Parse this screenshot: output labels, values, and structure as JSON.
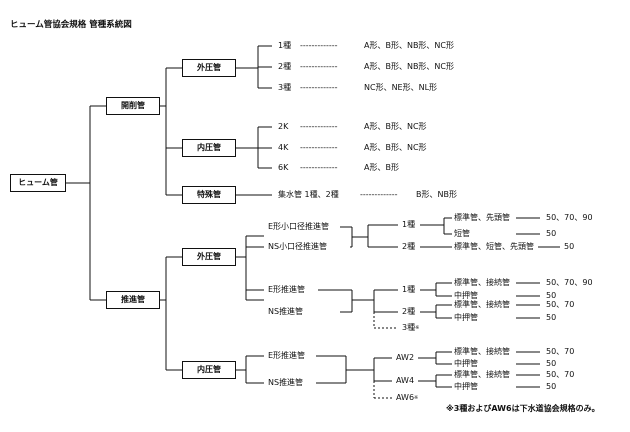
{
  "title": "ヒューム管協会規格 管種系統図",
  "root": "ヒューム管",
  "level1": {
    "open": "開削管",
    "jack": "推進管"
  },
  "open_branch": {
    "outer": "外圧管",
    "inner": "内圧管",
    "special": "特殊管",
    "outer_items": [
      {
        "name": "1種",
        "dashes": "-------------",
        "forms": "A形、B形、NB形、NC形"
      },
      {
        "name": "2種",
        "dashes": "-------------",
        "forms": "A形、B形、NB形、NC形"
      },
      {
        "name": "3種",
        "dashes": "-------------",
        "forms": "NC形、NE形、NL形"
      }
    ],
    "inner_items": [
      {
        "name": "2K",
        "dashes": "-------------",
        "forms": "A形、B形、NC形"
      },
      {
        "name": "4K",
        "dashes": "-------------",
        "forms": "A形、B形、NC形"
      },
      {
        "name": "6K",
        "dashes": "-------------",
        "forms": "A形、B形"
      }
    ],
    "special_item": {
      "name": "集水管 1種、2種",
      "dashes": "-------------",
      "forms": "B形、NB形"
    }
  },
  "jack_branch": {
    "outer": "外圧管",
    "inner": "内圧管",
    "small": {
      "e": "E形小口径推進管",
      "ns": "NS小口径推進管",
      "class1": "1種",
      "class2": "2種",
      "c1_items": [
        {
          "label": "標準管、先頭管",
          "sizes": "50、70、90"
        },
        {
          "label": "短管",
          "sizes": "50"
        }
      ],
      "c2_item": {
        "label": "標準管、短管、先頭管",
        "sizes": "50"
      }
    },
    "outer_pipes": {
      "e": "E形推進管",
      "ns": "NS推進管",
      "class1": "1種",
      "class2": "2種",
      "class3": "3種",
      "class3_note": "※",
      "c1_items": [
        {
          "label": "標準管、接続管",
          "sizes": "50、70、90"
        },
        {
          "label": "中押管",
          "sizes": "50"
        }
      ],
      "c2_items": [
        {
          "label": "標準管、接続管",
          "sizes": "50、70"
        },
        {
          "label": "中押管",
          "sizes": "50"
        }
      ]
    },
    "inner_pipes": {
      "e": "E形推進管",
      "ns": "NS推進管",
      "aw2": "AW2",
      "aw4": "AW4",
      "aw6": "AW6",
      "aw6_note": "※",
      "aw2_items": [
        {
          "label": "標準管、接続管",
          "sizes": "50、70"
        },
        {
          "label": "中押管",
          "sizes": "50"
        }
      ],
      "aw4_items": [
        {
          "label": "標準管、接続管",
          "sizes": "50、70"
        },
        {
          "label": "中押管",
          "sizes": "50"
        }
      ]
    }
  },
  "footnote": "※3種およびAW6は下水道協会規格のみ。"
}
